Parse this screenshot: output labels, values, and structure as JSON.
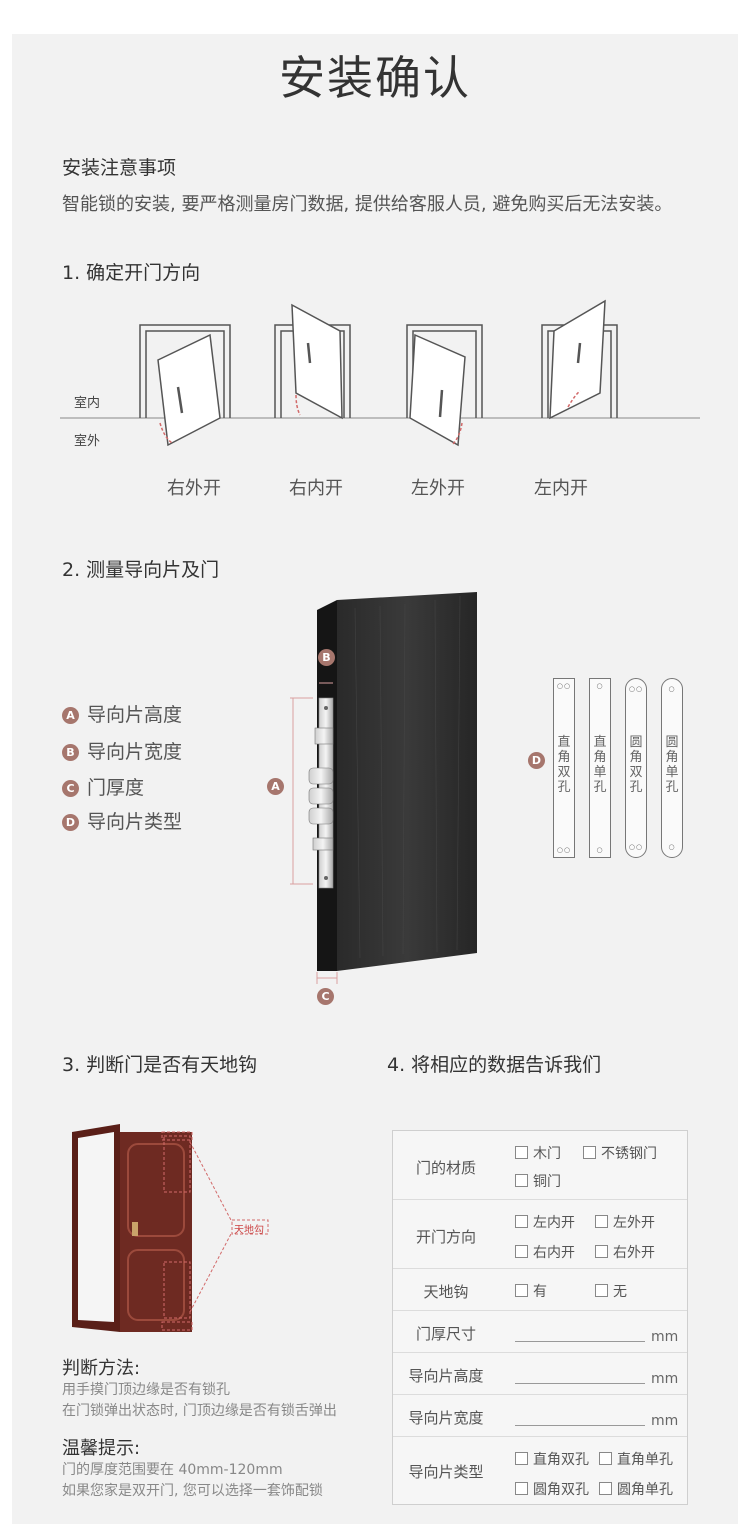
{
  "title": "安装确认",
  "notes": {
    "heading": "安装注意事项",
    "text": "智能锁的安装, 要严格测量房门数据, 提供给客服人员, 避免购买后无法安装。"
  },
  "section1": {
    "heading": "1. 确定开门方向",
    "indoor": "室内",
    "outdoor": "室外",
    "directions": [
      "右外开",
      "右内开",
      "左外开",
      "左内开"
    ]
  },
  "section2": {
    "heading": "2. 测量导向片及门",
    "legend": [
      {
        "badge": "A",
        "label": "导向片高度"
      },
      {
        "badge": "B",
        "label": "导向片宽度"
      },
      {
        "badge": "C",
        "label": "门厚度"
      },
      {
        "badge": "D",
        "label": "导向片类型"
      }
    ],
    "marker_a": "A",
    "marker_b": "B",
    "marker_c": "C",
    "marker_d": "D",
    "plates": [
      "直角双孔",
      "直角单孔",
      "圆角双孔",
      "圆角单孔"
    ]
  },
  "section3": {
    "heading": "3. 判断门是否有天地钩",
    "hook_label": "天地勾",
    "method_heading": "判断方法:",
    "method_lines": [
      "用手摸门顶边缘是否有锁孔",
      "在门锁弹出状态时, 门顶边缘是否有锁舌弹出"
    ],
    "tips_heading": "温馨提示:",
    "tips_lines": [
      "门的厚度范围要在 40mm-120mm",
      "如果您家是双开门, 您可以选择一套饰配锁"
    ]
  },
  "section4": {
    "heading": "4. 将相应的数据告诉我们",
    "material_label": "门的材质",
    "material_options": [
      "木门",
      "不锈钢门",
      "铜门"
    ],
    "direction_label": "开门方向",
    "direction_options": [
      "左内开",
      "左外开",
      "右内开",
      "右外开"
    ],
    "hook_label": "天地钩",
    "hook_options": [
      "有",
      "无"
    ],
    "thickness_label": "门厚尺寸",
    "plate_height_label": "导向片高度",
    "plate_width_label": "导向片宽度",
    "unit": "mm",
    "plate_type_label": "导向片类型",
    "plate_type_options": [
      "直角双孔",
      "直角单孔",
      "圆角双孔",
      "圆角单孔"
    ]
  },
  "colors": {
    "badge": "#a6766d",
    "page_bg": "#f2f2f2",
    "door_dark": "#2b2b2b",
    "door_red": "#6e2a22"
  }
}
